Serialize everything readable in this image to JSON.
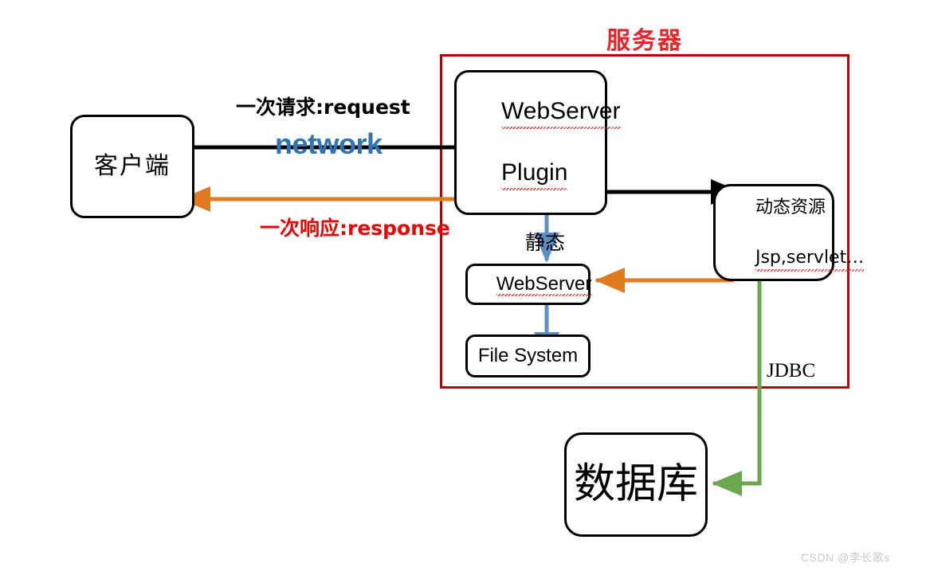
{
  "diagram": {
    "title": "服务器",
    "title_color": "#e8252a",
    "watermark": "CSDN @李长歌s",
    "nodes": [
      {
        "id": "client",
        "label": "客户端",
        "shape": "rounded-rect"
      },
      {
        "id": "plugin",
        "label_line1": "WebServer",
        "label_line2": "Plugin",
        "shape": "rounded-rect"
      },
      {
        "id": "dynamic",
        "label_line1": "动态资源",
        "label_line2": "Jsp,servlet…",
        "shape": "rounded-rect"
      },
      {
        "id": "webserver",
        "label": "WebServer",
        "shape": "rounded-rect"
      },
      {
        "id": "filesystem",
        "label": "File System",
        "shape": "rounded-rect"
      },
      {
        "id": "database",
        "label": "数据库",
        "shape": "rounded-rect"
      }
    ],
    "edge_labels": {
      "request": "一次请求:request",
      "network": "network",
      "response": "一次响应:response",
      "static": "静态",
      "jdbc": "JDBC"
    },
    "colors": {
      "request_line": "#000000",
      "network_text": "#2e75b6",
      "response_line": "#e07b22",
      "response_text": "#f00000",
      "static_line": "#5b8fc7",
      "jdbc_line": "#6aa84f",
      "server_border": "#c00000",
      "node_border": "#000000",
      "spellcheck_underline": "#e03030",
      "watermark": "#c9c9c9"
    }
  }
}
